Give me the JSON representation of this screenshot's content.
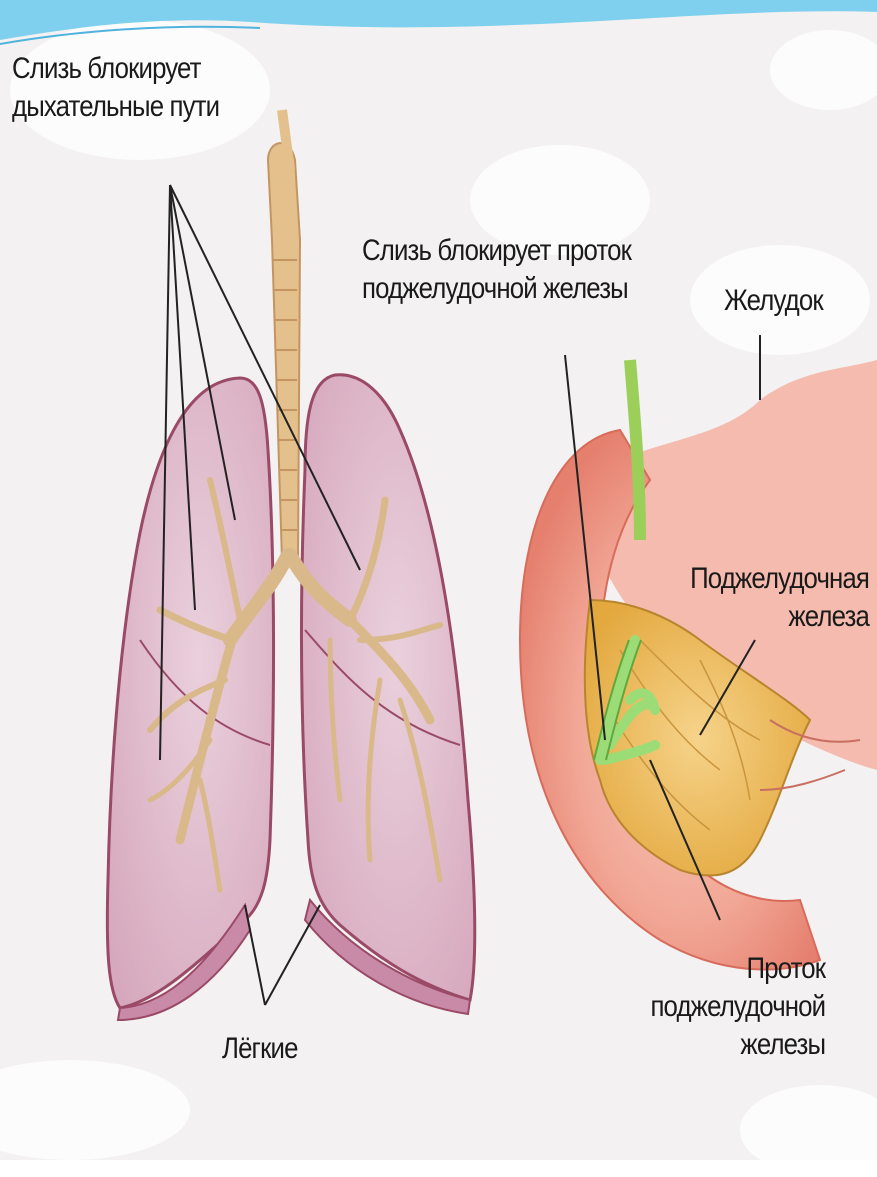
{
  "labels": {
    "airways": {
      "line1": "Слизь блокирует",
      "line2": "дыхательные пути"
    },
    "mucus_duct": {
      "line1": "Слизь блокирует проток",
      "line2": "поджелудочной железы"
    },
    "stomach": "Желудок",
    "pancreas": {
      "line1": "Поджелудочная",
      "line2": "железа"
    },
    "lungs": "Лёгкие",
    "pancreatic_duct": {
      "line1": "Проток",
      "line2": "поджелудочной",
      "line3": "железы"
    }
  },
  "colors": {
    "frame_top": "#5fc3e8",
    "lung_fill": "#e2bccd",
    "lung_stroke": "#9a4a66",
    "bronchi": "#d9b88a",
    "trachea": "#e3c08c",
    "duodenum": "#ee9a88",
    "pancreas_fill": "#efbf5a",
    "duct_green": "#8fd36a",
    "leader": "#222222"
  }
}
